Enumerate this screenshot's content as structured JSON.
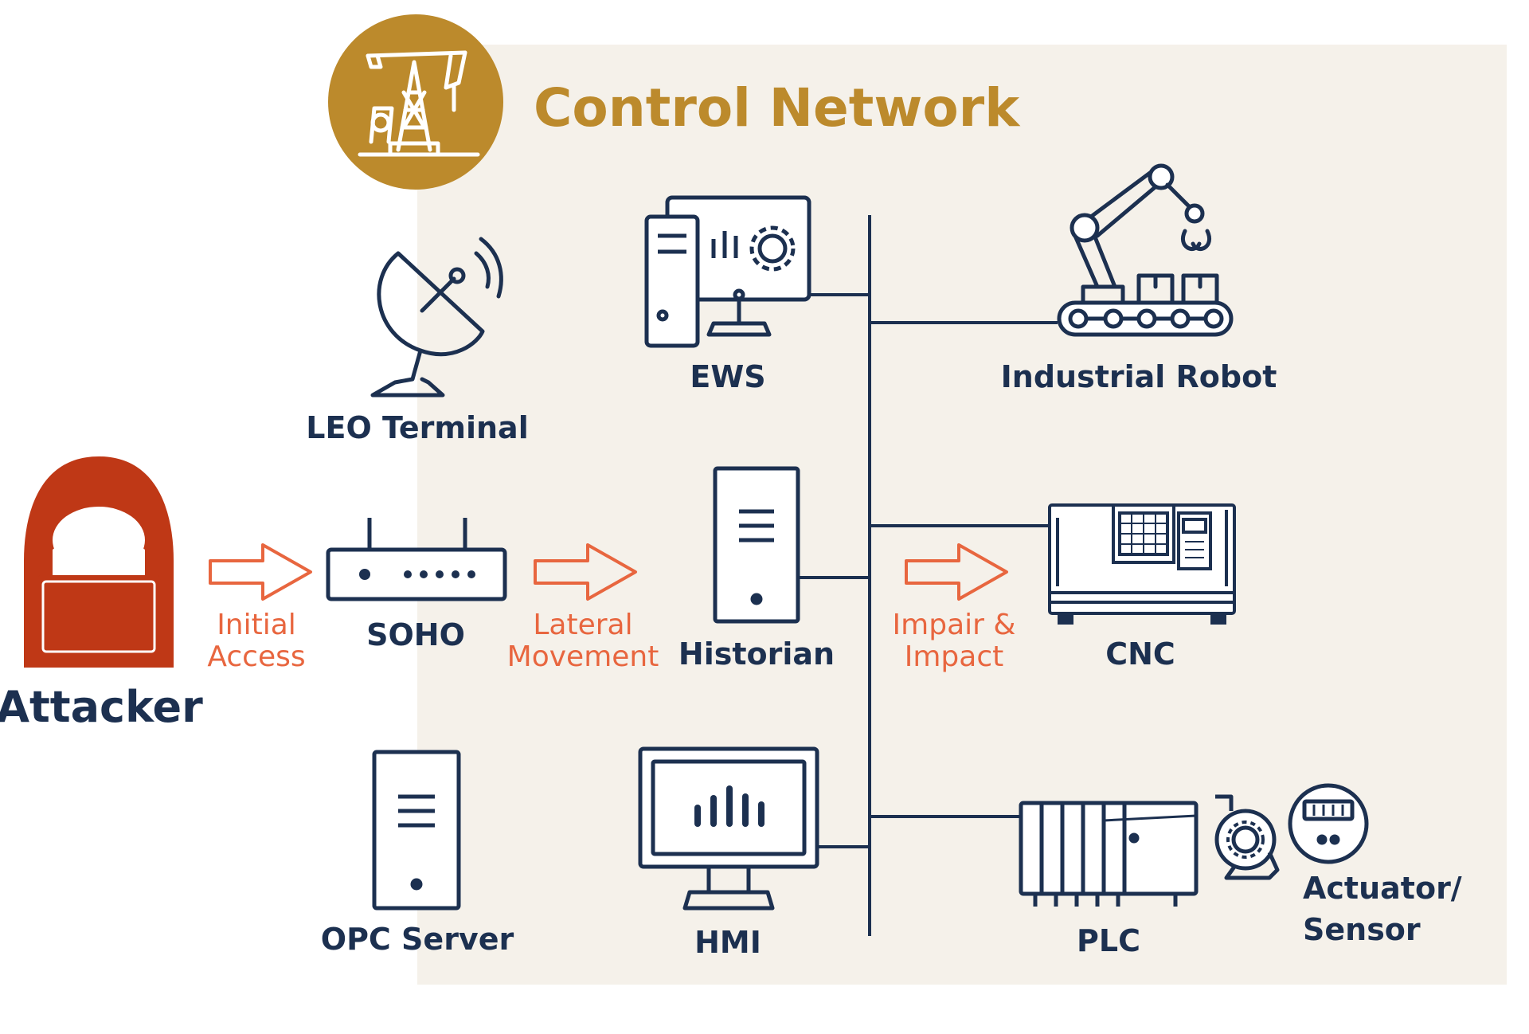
{
  "title": "Control Network",
  "attacker_label": "Attacker",
  "nodes": {
    "leo_terminal": "LEO Terminal",
    "soho": "SOHO",
    "opc_server": "OPC Server",
    "ews": "EWS",
    "historian": "Historian",
    "hmi": "HMI",
    "industrial_robot": "Industrial Robot",
    "cnc": "CNC",
    "plc": "PLC",
    "actuator_sensor": [
      "Actuator/",
      "Sensor"
    ]
  },
  "steps": {
    "initial_access": [
      "Initial",
      "Access"
    ],
    "lateral_movement": [
      "Lateral",
      "Movement"
    ],
    "impair_impact": [
      "Impair &",
      "Impact"
    ]
  },
  "colors": {
    "navy": "#1c3050",
    "attack": "#e8663f",
    "attacker": "#bf3816",
    "gold": "#bc8a2c",
    "panel": "#f5f1ea"
  },
  "icons": [
    "oil-pump-icon",
    "satellite-dish-icon",
    "hacker-icon",
    "router-icon",
    "server-icon",
    "workstation-icon",
    "monitor-icon",
    "robot-arm-icon",
    "cnc-machine-icon",
    "plc-icon",
    "pump-icon",
    "meter-icon",
    "arrow-right-icon"
  ]
}
